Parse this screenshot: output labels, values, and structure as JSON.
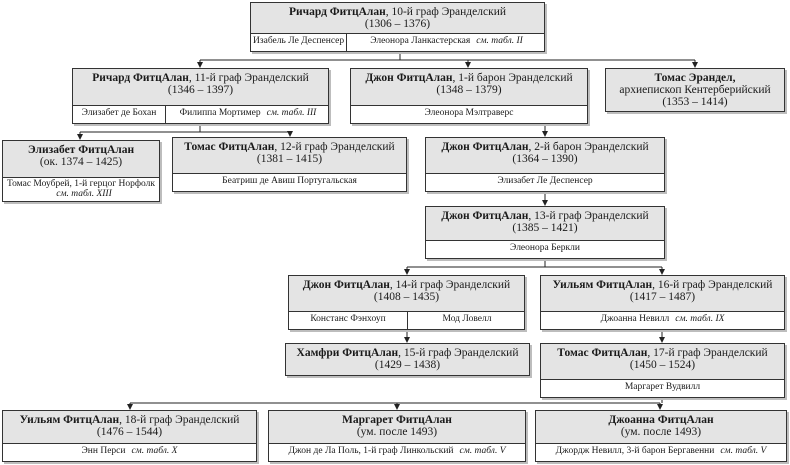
{
  "nodes": [
    {
      "id": "richard10",
      "name": "Ричард ФитцАлан",
      "title": ", 10-й граф Эранделский",
      "dates": "(1306 – 1376)",
      "spouses": [
        {
          "text": "Изабель Ле Деспенсер"
        },
        {
          "text": "Элеонора Ланкастерская",
          "ref": "см. табл. II"
        }
      ]
    },
    {
      "id": "richard11",
      "name": "Ричард ФитцАлан",
      "title": ", 11-й граф Эранделский",
      "dates": "(1346 – 1397)",
      "spouses": [
        {
          "text": "Элизабет де Бохан"
        },
        {
          "text": "Филиппа Мортимер",
          "ref": "см. табл. III"
        }
      ]
    },
    {
      "id": "john1b",
      "name": "Джон ФитцАлан",
      "title": ", 1-й барон Эранделский",
      "dates": "(1348 – 1379)",
      "spouses": [
        {
          "text": "Элеонора Мэлтраверс"
        }
      ]
    },
    {
      "id": "thomasArch",
      "name": "Томас Эрандел,",
      "title": "",
      "line2": "архиепископ Кентерберийский",
      "dates": "(1353 – 1414)",
      "spouses": []
    },
    {
      "id": "elizabeth",
      "name": "Элизабет ФитцАлан",
      "title": "",
      "dates": "(ок. 1374 – 1425)",
      "spouses": [
        {
          "text": "Томас Моубрей, 1-й герцог Норфолк",
          "ref": "см. табл. XIII"
        }
      ]
    },
    {
      "id": "thomas12",
      "name": "Томас ФитцАлан",
      "title": ", 12-й граф Эранделский",
      "dates": "(1381 – 1415)",
      "spouses": [
        {
          "text": "Беатриш де Авиш Португальская"
        }
      ]
    },
    {
      "id": "john2b",
      "name": "Джон ФитцАлан",
      "title": ", 2-й барон Эранделский",
      "dates": "(1364 – 1390)",
      "spouses": [
        {
          "text": "Элизабет Ле Деспенсер"
        }
      ]
    },
    {
      "id": "john13",
      "name": "Джон ФитцАлан",
      "title": ", 13-й граф Эранделский",
      "dates": "(1385 – 1421)",
      "spouses": [
        {
          "text": "Элеонора Беркли"
        }
      ]
    },
    {
      "id": "john14",
      "name": "Джон ФитцАлан",
      "title": ", 14-й граф Эранделский",
      "dates": "(1408 – 1435)",
      "spouses": [
        {
          "text": "Констанс Фэнхоуп"
        },
        {
          "text": "Мод Ловелл"
        }
      ]
    },
    {
      "id": "william16",
      "name": "Уильям ФитцАлан",
      "title": ", 16-й граф Эранделский",
      "dates": "(1417 – 1487)",
      "spouses": [
        {
          "text": "Джоанна Невилл",
          "ref": "см. табл. IX"
        }
      ]
    },
    {
      "id": "humphrey15",
      "name": "Хамфри ФитцАлан",
      "title": ", 15-й граф Эранделский",
      "dates": "(1429 – 1438)",
      "spouses": []
    },
    {
      "id": "thomas17",
      "name": "Томас ФитцАлан",
      "title": ", 17-й граф Эранделский",
      "dates": "(1450 – 1524)",
      "spouses": [
        {
          "text": "Маргарет Вудвилл"
        }
      ]
    },
    {
      "id": "william18",
      "name": "Уильям ФитцАлан",
      "title": ", 18-й граф Эранделский",
      "dates": "(1476 – 1544)",
      "spouses": [
        {
          "text": "Энн Перси",
          "ref": "см. табл. X"
        }
      ]
    },
    {
      "id": "margaret",
      "name": "Маргарет ФитцАлан",
      "title": "",
      "dates": "(ум. после 1493)",
      "spouses": [
        {
          "text": "Джон де Ла Поль, 1-й граф Линкольский",
          "ref": "см. табл. V"
        }
      ]
    },
    {
      "id": "joanna",
      "name": "Джоанна ФитцАлан",
      "title": "",
      "dates": "(ум. после 1493)",
      "spouses": [
        {
          "text": "Джордж Невилл, 3-й барон Бергавенни",
          "ref": "см. табл. V"
        }
      ]
    }
  ]
}
